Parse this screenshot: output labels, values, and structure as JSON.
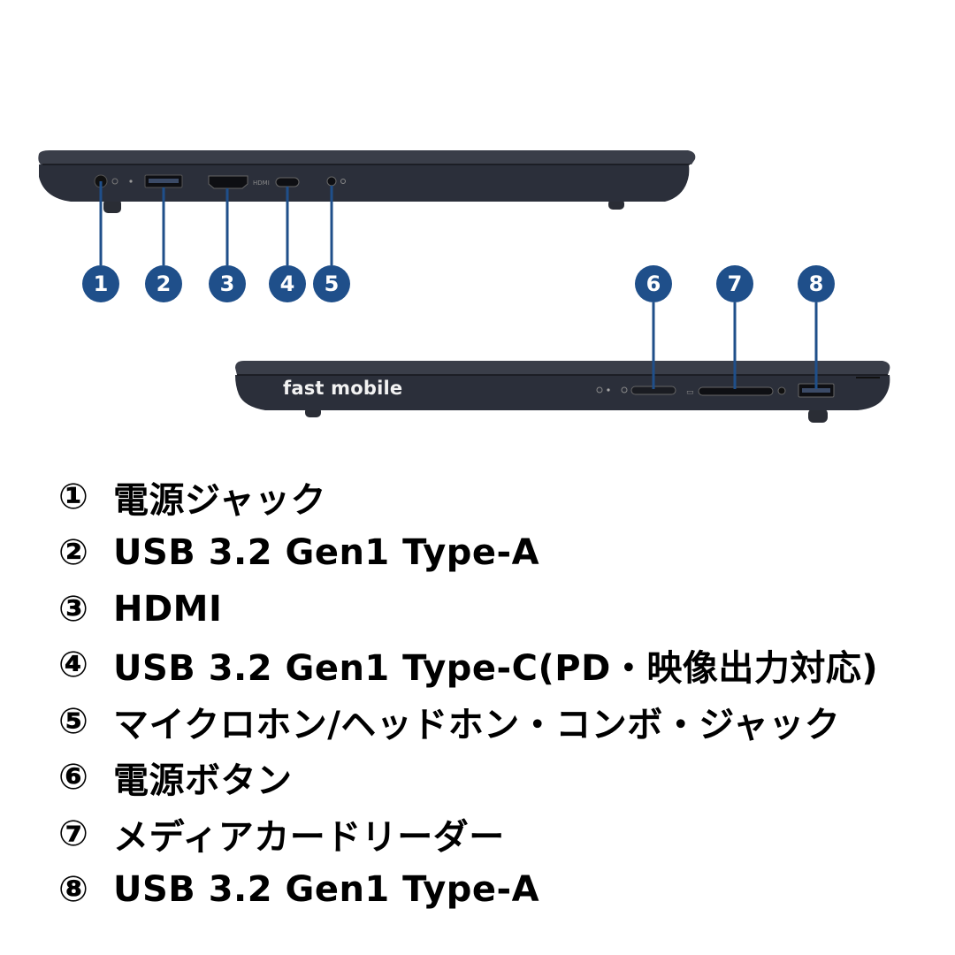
{
  "callouts": [
    "1",
    "2",
    "3",
    "4",
    "5",
    "6",
    "7",
    "8"
  ],
  "laptop": {
    "brand": "fast mobile",
    "hdmi_label": "HDMI"
  },
  "ports": [
    {
      "num": "①",
      "label": "電源ジャック"
    },
    {
      "num": "②",
      "label": "USB 3.2 Gen1 Type-A"
    },
    {
      "num": "③",
      "label": "HDMI"
    },
    {
      "num": "④",
      "label": "USB 3.2 Gen1 Type-C(PD・映像出力対応)"
    },
    {
      "num": "⑤",
      "label": "マイクロホン/ヘッドホン・コンボ・ジャック"
    },
    {
      "num": "⑥",
      "label": "電源ボタン"
    },
    {
      "num": "⑦",
      "label": "メディアカードリーダー"
    },
    {
      "num": "⑧",
      "label": "USB 3.2 Gen1 Type-A"
    }
  ],
  "colors": {
    "callout": "#1f4f8a",
    "body": "#2b2f3a",
    "lid": "#3a3e49"
  }
}
